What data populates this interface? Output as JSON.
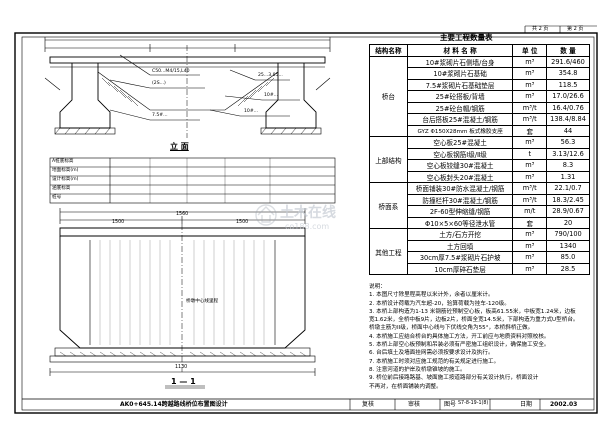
{
  "header": {
    "total_sheets": "共 2 页",
    "sheet_no": "第 2 页"
  },
  "elevation": {
    "title": "立 面",
    "notes": [
      "C50...M4/15,L40",
      "(2S...)",
      "25...3.05...",
      "10#...",
      "10#...",
      "7.5#...",
      "...",
      "..."
    ],
    "profile_rows": [
      "A桩底标高",
      "地面标高(m)",
      "设计标高(m)",
      "涵底标高",
      "桩号"
    ]
  },
  "section": {
    "title": "1 — 1",
    "center_label": "桥墩中心线里程",
    "dims": [
      "1560",
      "1130",
      "1500",
      "1500"
    ]
  },
  "quantities": {
    "title": "主要工程数量表",
    "headers": [
      "结构名称",
      "材 料 名 称",
      "单 位",
      "数 量"
    ],
    "groups": [
      {
        "name": "桥台",
        "rows": [
          [
            "10#浆砌片石侧墙/台身",
            "m³",
            "291.6/460"
          ],
          [
            "10#浆砌片石基础",
            "m³",
            "354.8"
          ],
          [
            "7.5#浆砌片石基础垫层",
            "m³",
            "118.5"
          ],
          [
            "25#砼搭板/背墙",
            "m³",
            "17.0/26.6"
          ],
          [
            "25#砼台帽/钢筋",
            "m³/t",
            "16.4/0.76"
          ],
          [
            "台后搭板25#混凝土/钢筋",
            "m³/t",
            "138.4/8.84"
          ],
          [
            "GYZ Φ150X28mm 板式橡胶支座",
            "套",
            "44"
          ]
        ]
      },
      {
        "name": "上部结构",
        "rows": [
          [
            "空心板25#混凝土",
            "m³",
            "56.3"
          ],
          [
            "空心板钢筋Ⅰ级/Ⅱ级",
            "t",
            "3.13/12.6"
          ],
          [
            "空心板铰缝30#混凝土",
            "m³",
            "8.3"
          ],
          [
            "空心板封头20#混凝土",
            "m³",
            "1.31"
          ]
        ]
      },
      {
        "name": "桥面系",
        "rows": [
          [
            "桥面铺装30#防水混凝土/钢筋",
            "m³/t",
            "22.1/0.7"
          ],
          [
            "防撞栏杆30#混凝土/钢筋",
            "m³/t",
            "18.3/2.45"
          ],
          [
            "2F-60型伸缩缝/钢筋",
            "m/t",
            "28.9/0.67"
          ],
          [
            "Φ10×5×60等径泄水管",
            "套",
            "20"
          ]
        ]
      },
      {
        "name": "其他工程",
        "rows": [
          [
            "土方/石方开挖",
            "m³",
            "790/100"
          ],
          [
            "土方回填",
            "m³",
            "1340"
          ],
          [
            "30cm厚7.5#浆砌片石护坡",
            "m³",
            "85.0"
          ],
          [
            "10cm厚碎石垫层",
            "m³",
            "28.5"
          ]
        ]
      }
    ]
  },
  "notes": [
    "说明：",
    "1. 本图尺寸除里程高程以米计外，余者以厘米计。",
    "2. 本桥设计荷载为汽车超-20，验算荷载为挂车-120级。",
    "3. 本桥上部构造为1-13 米钢筋砼预制空心板，板高61.55米，中板宽1.24米，边板",
    "   宽1.62米，全桥中板9片，边板2片，桥面全宽14.5米，下部构造为重力式U型桥台。",
    "   桥墩主筋为II级，桥面中心线与下伏线交角为55°，本桥斜桥正做。",
    "4. 本桥施工应结合桥台的具体施工方法，开工前应与地质资料对照校核。",
    "5. 本桥上部空心板预制和吊装必须有严密施工组织设计，确保施工安全。",
    "6. 台后填土及墙面挂网需必须按要求设计及执行。",
    "7. 本桥施工时须对应施工规范的有关规定进行施工。",
    "8. 注意河道的护岸及桥墩锥坡的施工。",
    "9. 桥位前后接路路基、坡面施工按道路部分有关设计执行，桥面设计",
    "   不再对，在桥面铺装内调整。"
  ],
  "title_block": {
    "drawing_name": "AK0+645.14跨越路线桥位布置图设计",
    "check_label": "复核",
    "review_label": "审核",
    "drawing_no_label": "图号",
    "drawing_no": "S7-8-19-1(8)",
    "date_label": "日期",
    "date": "2002.03"
  },
  "watermark": {
    "cn": "土木在线",
    "en": "co188.com"
  }
}
